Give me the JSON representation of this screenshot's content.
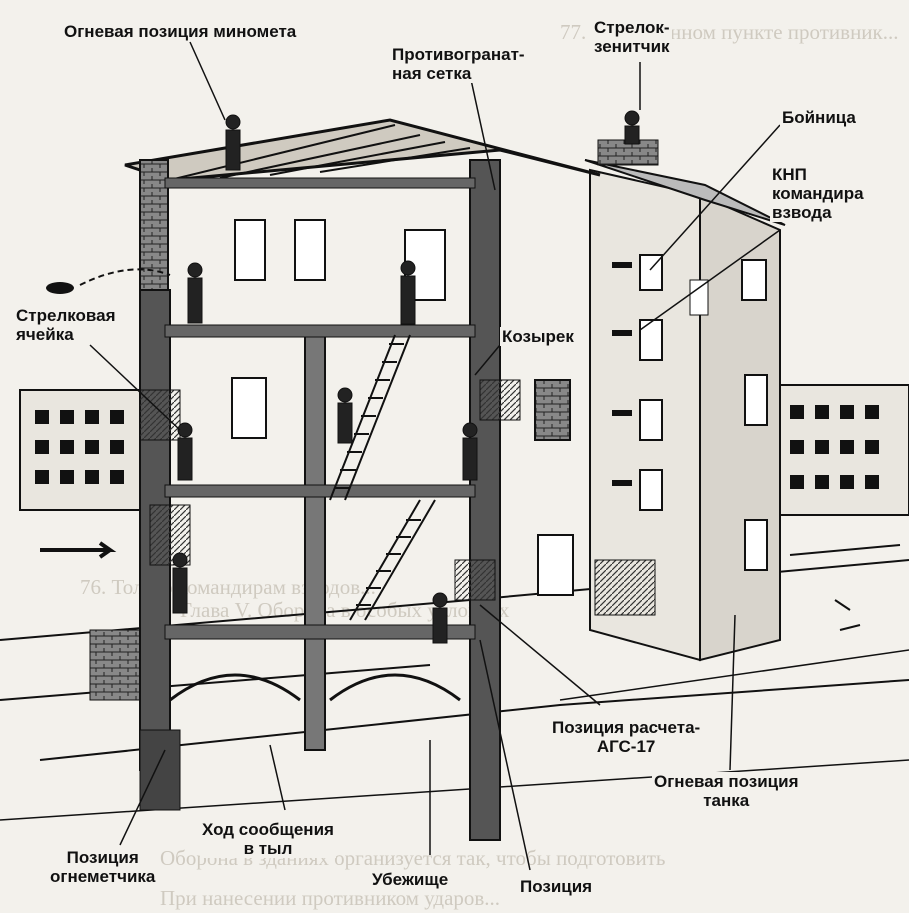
{
  "diagram": {
    "labels": {
      "mortar_position": "Огневая позиция миномета",
      "aa_gunner_line1": "Стрелок-",
      "aa_gunner_line2": "зенитчик",
      "grenade_net_line1": "Противогранат-",
      "grenade_net_line2": "ная сетка",
      "loophole": "Бойница",
      "command_post_line1": "КНП",
      "command_post_line2": "командира",
      "command_post_line3": "взвода",
      "rifle_cell_line1": "Стрелковая",
      "rifle_cell_line2": "ячейка",
      "canopy": "Козырек",
      "ags_crew_line1": "Позиция расчета-",
      "ags_crew_line2": "АГС-17",
      "tank_position_line1": "Огневая позиция",
      "tank_position_line2": "танка",
      "comm_trench_line1": "Ход сообщения",
      "comm_trench_line2": "в тыл",
      "flamethrower_line1": "Позиция",
      "flamethrower_line2": "огнеметчика",
      "shelter": "Убежище",
      "position": "Позиция"
    },
    "background_text": [
      "77. В населенном пункте противник...",
      "76. Только командирам взводов...",
      "Глава V. Оборона в особых условиях",
      "Оборона в зданиях организуется так, чтобы подготовить",
      "При нанесении противником ударов..."
    ],
    "colors": {
      "ink": "#111111",
      "paper": "#f3f1ec",
      "ghost_text": "#cfcac0"
    }
  }
}
